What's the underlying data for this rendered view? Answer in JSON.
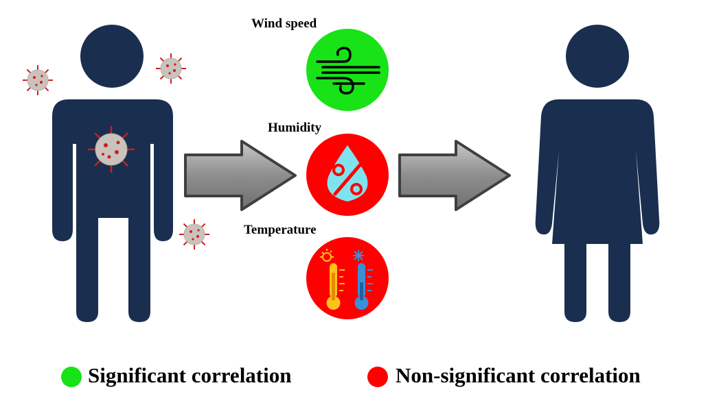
{
  "factors": [
    {
      "label": "Wind speed",
      "icon": "wind-icon",
      "status": "significant",
      "color": "#17e317"
    },
    {
      "label": "Humidity",
      "icon": "humidity-percent-drop-icon",
      "status": "non-significant",
      "color": "#ff0000"
    },
    {
      "label": "Temperature",
      "icon": "thermometers-hot-cold-icon",
      "status": "non-significant",
      "color": "#ff0000"
    }
  ],
  "legend": [
    {
      "label": "Significant correlation",
      "color": "#17e317"
    },
    {
      "label": "Non-significant correlation",
      "color": "#ff0000"
    }
  ],
  "colors": {
    "figure": "#1a2f4f",
    "arrow": "#9e9e9e",
    "virus": "#c9c2bd",
    "spike": "#cc1f1f"
  }
}
